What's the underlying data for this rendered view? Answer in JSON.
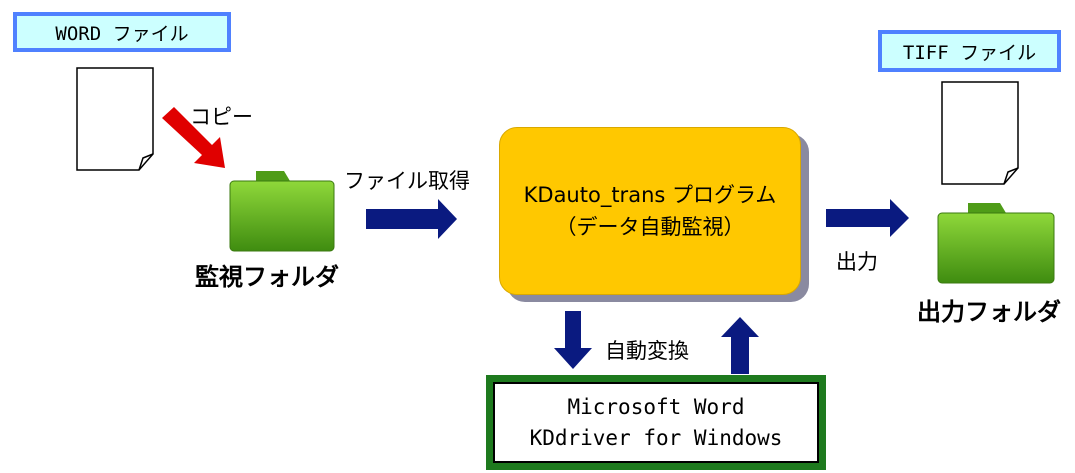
{
  "word_file_label": "WORD ファイル",
  "tiff_file_label": "TIFF ファイル",
  "copy_label": "コピー",
  "watch_folder_label": "監視フォルダ",
  "fetch_label": "ファイル取得",
  "program": {
    "line1": "KDauto_trans プログラム",
    "line2": "（データ自動監視）"
  },
  "output_label": "出力",
  "output_folder_label": "出力フォルダ",
  "auto_convert_label": "自動変換",
  "word_box": {
    "line1": "Microsoft Word",
    "line2": "KDdriver for Windows"
  },
  "colors": {
    "copy_arrow": "#e00000",
    "flow_arrow": "#0a1a80",
    "program_fill": "#ffc800",
    "folder_green": "#5aa818",
    "label_fill": "#ccffff",
    "label_border": "#4f81ff",
    "word_box_border": "#1e7a1e"
  }
}
